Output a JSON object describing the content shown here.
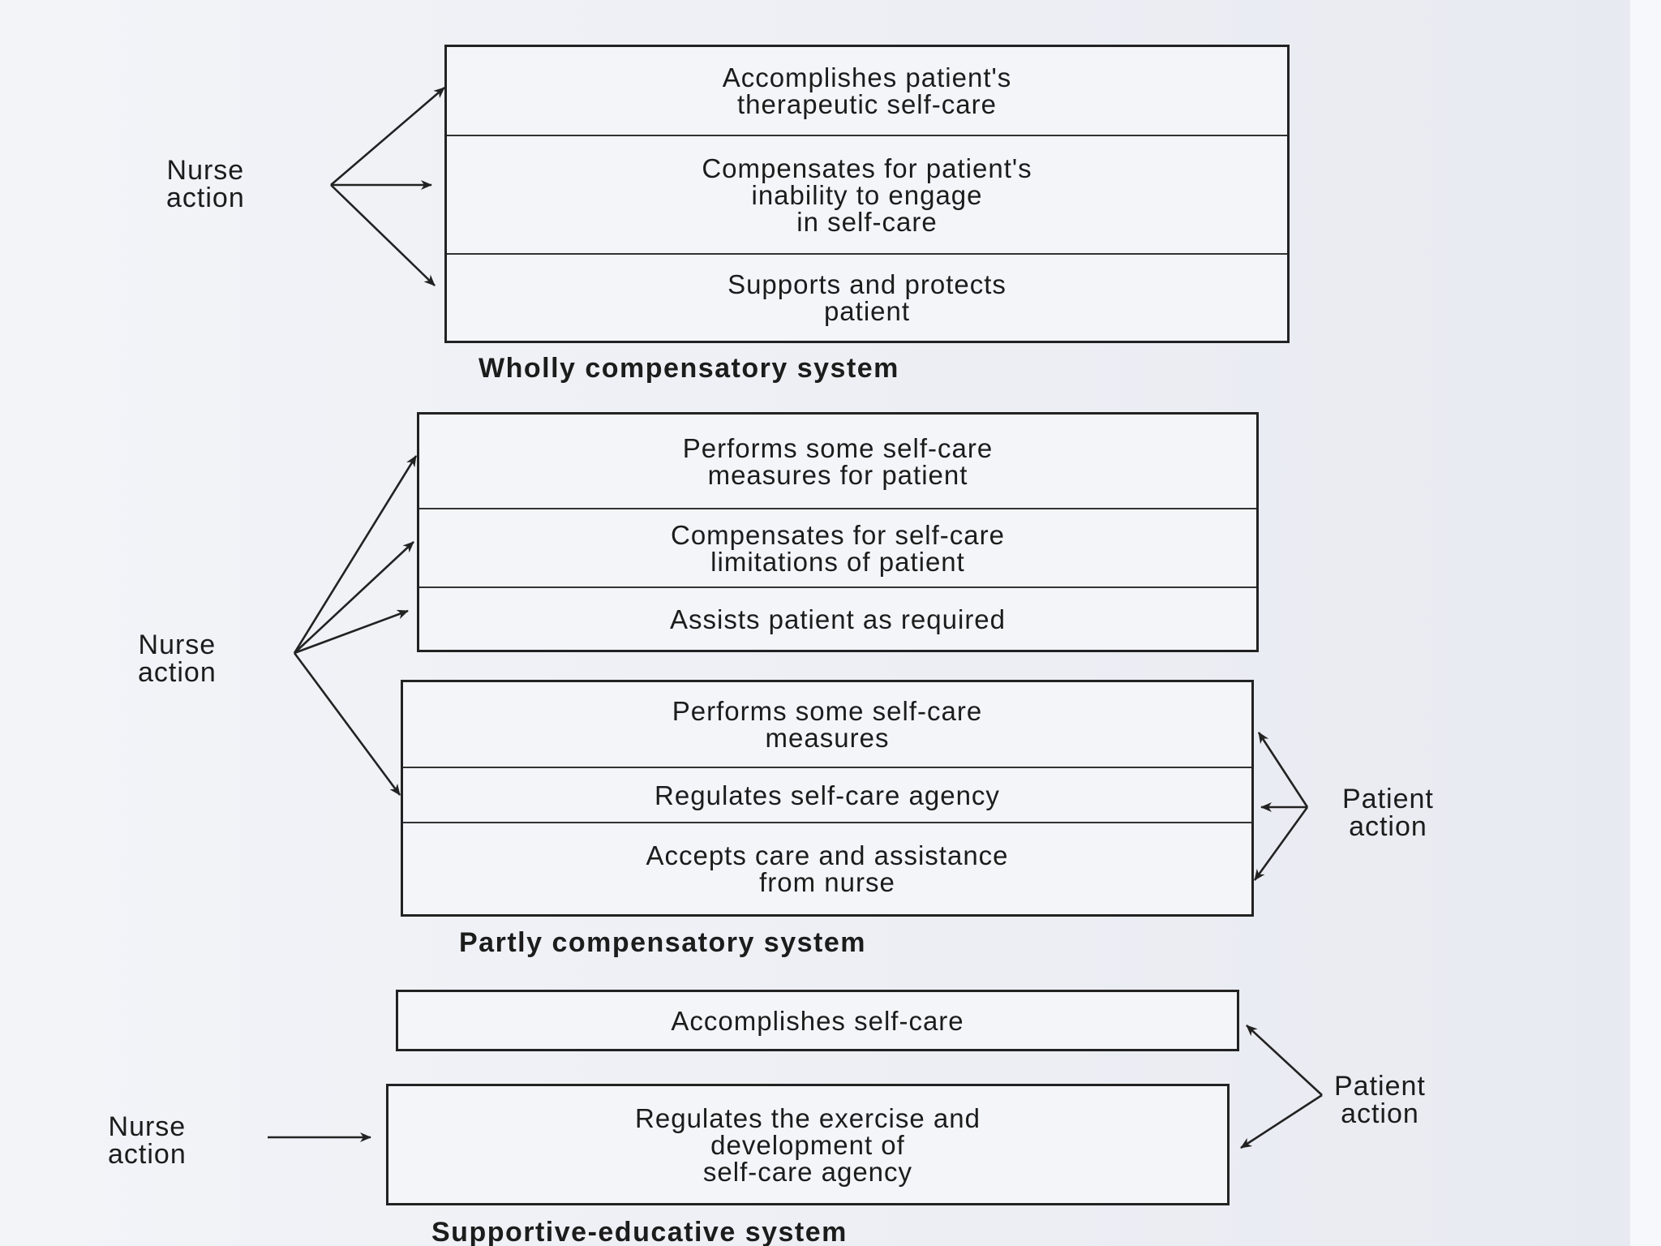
{
  "wholly": {
    "rows": [
      "Accomplishes patient's\ntherapeutic self-care",
      "Compensates for patient's\ninability to engage\nin self-care",
      "Supports and protects\npatient"
    ],
    "caption": "Wholly compensatory system",
    "nurse_label": [
      "Nurse",
      "action"
    ]
  },
  "partly": {
    "nurse_rows": [
      "Performs some self-care\nmeasures for patient",
      "Compensates for self-care\nlimitations of patient",
      "Assists patient as required"
    ],
    "patient_rows": [
      "Performs some self-care\nmeasures",
      "Regulates self-care agency",
      "Accepts care and assistance\nfrom nurse"
    ],
    "caption": "Partly compensatory system",
    "nurse_label": [
      "Nurse",
      "action"
    ],
    "patient_label": [
      "Patient",
      "action"
    ]
  },
  "supportive": {
    "rows": [
      "Accomplishes self-care",
      "Regulates the exercise and\ndevelopment of\nself-care agency"
    ],
    "caption": "Supportive-educative system",
    "nurse_label": [
      "Nurse",
      "action"
    ],
    "patient_label": [
      "Patient",
      "action"
    ]
  }
}
